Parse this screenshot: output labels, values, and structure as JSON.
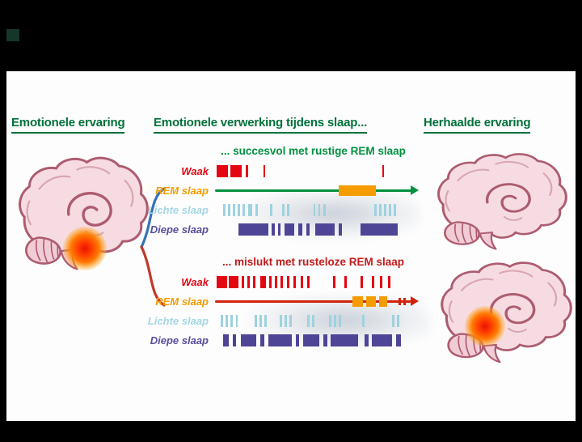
{
  "canvas": {
    "background": "#000000",
    "panel_background": "#fdfdfd"
  },
  "headers": {
    "left": "Emotionele ervaring",
    "middle": "Emotionele verwerking tijdens slaap...",
    "right": "Herhaalde ervaring",
    "color": "#00713a"
  },
  "brace": {
    "top_color": "#3473b5",
    "bottom_color": "#c0392b"
  },
  "brain": {
    "fill": "#f6dce2",
    "fill2": "#f1ccd6",
    "stroke": "#ad5c70",
    "inner": "#d9a6b2",
    "glow_core": "#e81400",
    "glow_mid": "#ff7a00"
  },
  "panels": [
    {
      "title": "... succesvol met rustige REM slaap",
      "title_color": "#00913f",
      "arrow_color": "#00913f",
      "rows": [
        {
          "label": "Waak",
          "label_color": "#e30613",
          "block_color": "#e30613",
          "type": "blocks",
          "segments": [
            {
              "x": 1,
              "w": 5.5
            },
            {
              "x": 8,
              "w": 5.5
            },
            {
              "x": 15.5,
              "w": 1.2
            },
            {
              "x": 24.5,
              "w": 1.2
            },
            {
              "x": 85,
              "w": 1.2
            }
          ]
        },
        {
          "label": "REM slaap",
          "label_color": "#f59c00",
          "block_color": "#f59c00",
          "type": "arrow",
          "segments": [
            {
              "x": 63,
              "w": 19
            }
          ],
          "dashes": []
        },
        {
          "label": "Lichte slaap",
          "label_color": "#a3d6e2",
          "block_color": "#9ed2df",
          "type": "blocks",
          "segments": [
            {
              "x": 4,
              "w": 1.2
            },
            {
              "x": 6.5,
              "w": 1.2
            },
            {
              "x": 9,
              "w": 1.2
            },
            {
              "x": 11.5,
              "w": 1.2
            },
            {
              "x": 14,
              "w": 1.2
            },
            {
              "x": 17,
              "w": 2
            },
            {
              "x": 20.5,
              "w": 1.2
            },
            {
              "x": 28,
              "w": 1.2
            },
            {
              "x": 34,
              "w": 1.2
            },
            {
              "x": 36.5,
              "w": 1.2
            },
            {
              "x": 50,
              "w": 1.2
            },
            {
              "x": 52.5,
              "w": 1.2
            },
            {
              "x": 55,
              "w": 1.2
            },
            {
              "x": 81,
              "w": 1.2
            },
            {
              "x": 83.5,
              "w": 1.2
            },
            {
              "x": 86,
              "w": 1.2
            },
            {
              "x": 88.5,
              "w": 1.2
            },
            {
              "x": 91,
              "w": 1.2
            }
          ]
        },
        {
          "label": "Diepe slaap",
          "label_color": "#584d9d",
          "block_color": "#4f4596",
          "type": "blocks",
          "segments": [
            {
              "x": 12,
              "w": 15
            },
            {
              "x": 29,
              "w": 1.5
            },
            {
              "x": 32,
              "w": 1.5
            },
            {
              "x": 35.5,
              "w": 5
            },
            {
              "x": 42.5,
              "w": 2
            },
            {
              "x": 46.5,
              "w": 1.5
            },
            {
              "x": 51,
              "w": 10
            },
            {
              "x": 63,
              "w": 1.5
            },
            {
              "x": 74,
              "w": 19
            }
          ]
        }
      ]
    },
    {
      "title": "... mislukt met rusteloze REM slaap",
      "title_color": "#c41a1b",
      "arrow_color": "#d2230d",
      "rows": [
        {
          "label": "Waak",
          "label_color": "#e30613",
          "block_color": "#e30613",
          "type": "blocks",
          "segments": [
            {
              "x": 1,
              "w": 5
            },
            {
              "x": 7,
              "w": 5
            },
            {
              "x": 13.5,
              "w": 1.2
            },
            {
              "x": 16.5,
              "w": 1.2
            },
            {
              "x": 19.5,
              "w": 1.2
            },
            {
              "x": 23,
              "w": 3
            },
            {
              "x": 27.5,
              "w": 1.2
            },
            {
              "x": 30.5,
              "w": 1.2
            },
            {
              "x": 33.5,
              "w": 1.2
            },
            {
              "x": 36.5,
              "w": 1.2
            },
            {
              "x": 40,
              "w": 1.2
            },
            {
              "x": 43.5,
              "w": 1.2
            },
            {
              "x": 47,
              "w": 1.2
            },
            {
              "x": 60,
              "w": 1.2
            },
            {
              "x": 66,
              "w": 1.2
            },
            {
              "x": 74,
              "w": 1.2
            },
            {
              "x": 80,
              "w": 1.2
            },
            {
              "x": 84,
              "w": 1.2
            },
            {
              "x": 88,
              "w": 1.2
            }
          ]
        },
        {
          "label": "REM slaap",
          "label_color": "#f59c00",
          "block_color": "#f59c00",
          "type": "arrow",
          "segments": [
            {
              "x": 70,
              "w": 5.5
            },
            {
              "x": 77,
              "w": 5
            },
            {
              "x": 83.5,
              "w": 4
            }
          ],
          "dashes": [
            {
              "x": 93.5,
              "w": 1
            },
            {
              "x": 96,
              "w": 1
            }
          ]
        },
        {
          "label": "Lichte slaap",
          "label_color": "#a3d6e2",
          "block_color": "#9ed2df",
          "type": "blocks",
          "segments": [
            {
              "x": 3,
              "w": 1.2
            },
            {
              "x": 5.5,
              "w": 1.2
            },
            {
              "x": 8,
              "w": 1.2
            },
            {
              "x": 10.5,
              "w": 1.2
            },
            {
              "x": 20,
              "w": 1.2
            },
            {
              "x": 22.5,
              "w": 1.2
            },
            {
              "x": 25,
              "w": 1.2
            },
            {
              "x": 33,
              "w": 1.2
            },
            {
              "x": 35.5,
              "w": 1.2
            },
            {
              "x": 38,
              "w": 1.2
            },
            {
              "x": 47,
              "w": 1.2
            },
            {
              "x": 49.5,
              "w": 1.2
            },
            {
              "x": 58,
              "w": 1.2
            },
            {
              "x": 60.5,
              "w": 1.2
            },
            {
              "x": 63,
              "w": 1.2
            },
            {
              "x": 75,
              "w": 1.2
            },
            {
              "x": 90,
              "w": 1.2
            },
            {
              "x": 92.5,
              "w": 1.2
            }
          ]
        },
        {
          "label": "Diepe slaap",
          "label_color": "#584d9d",
          "block_color": "#4f4596",
          "type": "blocks",
          "segments": [
            {
              "x": 4,
              "w": 3
            },
            {
              "x": 9,
              "w": 1.5
            },
            {
              "x": 13,
              "w": 8
            },
            {
              "x": 23,
              "w": 2
            },
            {
              "x": 27,
              "w": 12
            },
            {
              "x": 41,
              "w": 2
            },
            {
              "x": 45,
              "w": 8
            },
            {
              "x": 55,
              "w": 2
            },
            {
              "x": 59,
              "w": 14
            },
            {
              "x": 76,
              "w": 2
            },
            {
              "x": 80,
              "w": 10
            },
            {
              "x": 92,
              "w": 2.5
            }
          ]
        }
      ]
    }
  ]
}
